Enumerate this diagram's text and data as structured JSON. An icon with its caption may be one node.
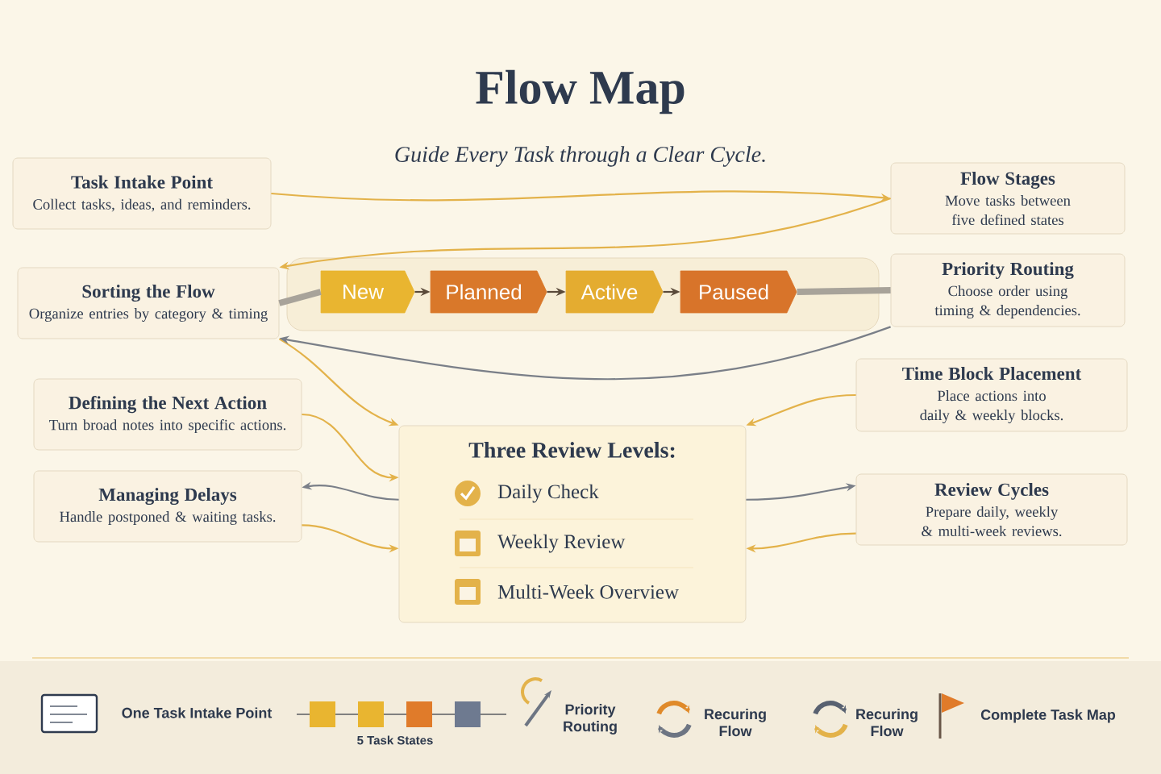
{
  "diagram": {
    "title": "Flow Map",
    "nodes": [
      {
        "text": [
          "Task Intake Point",
          "Collect tasks, ideas, and reminders."
        ]
      },
      {
        "text": [
          "Sorting the Flow",
          "Organize entries by category & timing"
        ]
      },
      {
        "text": [
          "Defining the Next Action",
          "Turn broad notes into specific actions."
        ]
      },
      {
        "text": [
          "Managing Delays",
          "Handle postponed & waiting tasks."
        ]
      },
      {
        "text": [
          "Flow Stages",
          "Move tasks between five defined states"
        ]
      },
      {
        "text": [
          "Priority Routing",
          "Choose order using timing & dependencies."
        ]
      },
      {
        "text": [
          "Time Block Placement",
          "Place actions into daily & weekly blocks."
        ]
      },
      {
        "text": [
          "Review Cycles",
          "Prepare daily, weekly & multi-week reviews."
        ]
      },
      {
        "text": [
          "New"
        ]
      },
      {
        "text": [
          "Planned"
        ]
      },
      {
        "text": [
          "Active"
        ]
      },
      {
        "text": [
          "Paused"
        ]
      },
      {
        "text": [
          "Three Review Levels:",
          "Daily Check",
          "Weekly Review",
          "Multi-Week Overview"
        ]
      }
    ],
    "edges": [
      {
        "from": 0,
        "to": 4,
        "arrow": "to"
      },
      {
        "from": 4,
        "to": 1,
        "arrow": "to"
      },
      {
        "from": 8,
        "to": 9,
        "arrow": "to",
        "color": "#5a4a3a"
      },
      {
        "from": 9,
        "to": 10,
        "arrow": "to",
        "color": "#5a4a3a"
      },
      {
        "from": 10,
        "to": 11,
        "arrow": "to",
        "color": "#5a4a3a"
      },
      {
        "from": 1,
        "to": 8,
        "arrow": "none",
        "color": "#a8a39a",
        "style": "thick"
      },
      {
        "from": 11,
        "to": 5,
        "arrow": "none",
        "color": "#a8a39a",
        "style": "thick"
      },
      {
        "from": 1,
        "to": 12,
        "arrow": "to"
      },
      {
        "from": 2,
        "to": 12,
        "arrow": "to"
      },
      {
        "from": 12,
        "to": 3,
        "arrow": "to",
        "color": "#7a7f88"
      },
      {
        "from": 3,
        "to": 12,
        "arrow": "to"
      },
      {
        "from": 6,
        "to": 12,
        "arrow": "to"
      },
      {
        "from": 12,
        "to": 7,
        "arrow": "to",
        "color": "#7a7f88"
      },
      {
        "from": 7,
        "to": 12,
        "arrow": "to"
      },
      {
        "from": 5,
        "to": 1,
        "arrow": "to",
        "color": "#7a7f88"
      }
    ],
    "labels": [
      "Guide Every Task through a Clear Cycle."
    ],
    "legend": [
      {
        "text": "One Task Intake Point"
      },
      {
        "text": "5 Task States"
      },
      {
        "text": "Priority Routing"
      },
      {
        "text": "Recuring Flow"
      },
      {
        "text": "Recuring Flow"
      },
      {
        "text": "Complete Task Map"
      }
    ]
  }
}
